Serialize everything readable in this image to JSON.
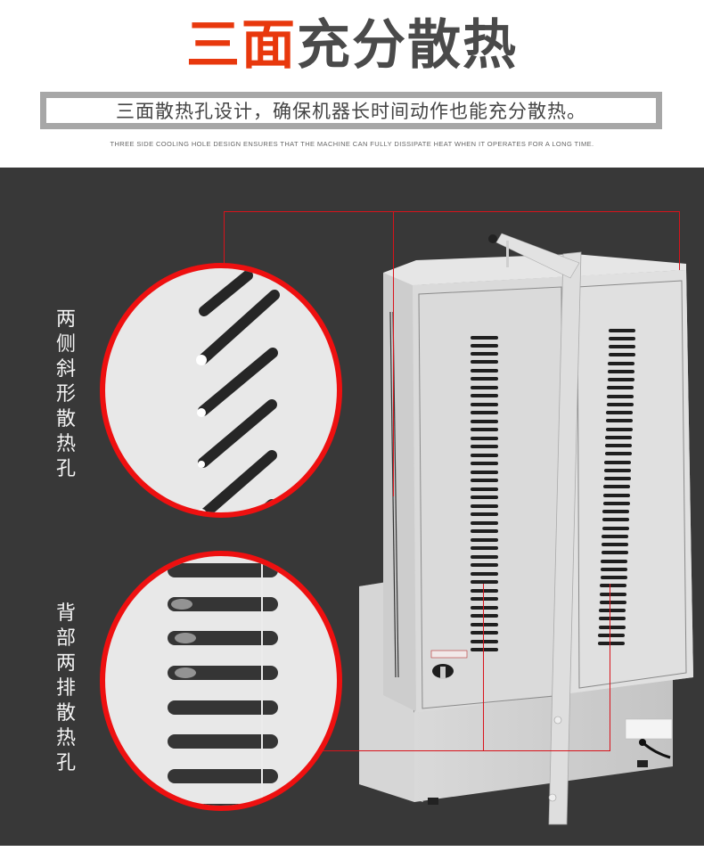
{
  "header": {
    "title_highlight": "三面",
    "title_rest": "充分散热",
    "subtitle": "三面散热孔设计，确保机器长时间动作也能充分散热。",
    "english": "THREE SIDE COOLING HOLE DESIGN ENSURES THAT THE MACHINE CAN FULLY DISSIPATE HEAT WHEN IT OPERATES FOR A LONG TIME."
  },
  "callouts": [
    {
      "label_chars": [
        "两",
        "侧",
        "斜",
        "形",
        "散",
        "热",
        "孔"
      ],
      "label": "两侧斜形散热孔",
      "detail": "diagonal-vents"
    },
    {
      "label_chars": [
        "背",
        "部",
        "两",
        "排",
        "散",
        "热",
        "孔"
      ],
      "label": "背部两排散热孔",
      "detail": "horizontal-vents"
    }
  ],
  "colors": {
    "accent_red": "#e8380d",
    "callout_red": "#ee1010",
    "title_gray": "#4a4a4a",
    "panel_bg": "#383838",
    "box_border": "#a7a7a7"
  }
}
